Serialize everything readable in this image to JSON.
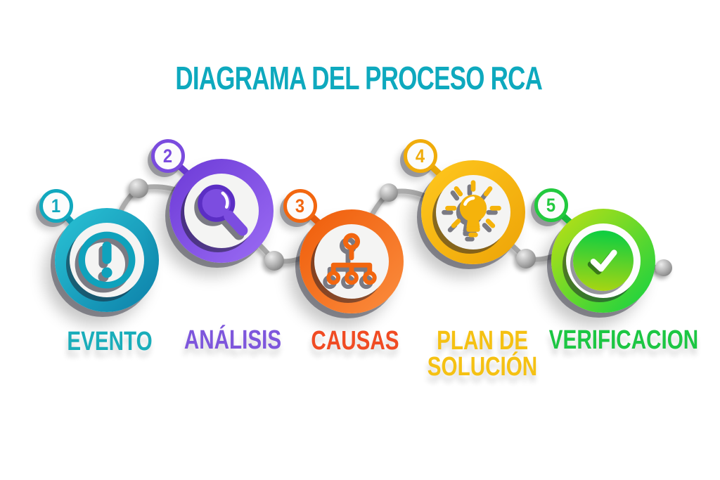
{
  "title": "DIAGRAMA DEL PROCESO RCA",
  "title_color": "#0EA9BE",
  "steps": [
    {
      "number": "1",
      "label": "EVENTO",
      "icon": "exclamation-circle-icon",
      "ring_from": "#2AC4D6",
      "ring_to": "#0C7FA8",
      "accent": "#12A8BE",
      "icon_color": "#0FA2BC",
      "label_color": "#1AADBA"
    },
    {
      "number": "2",
      "label": "ANÁLISIS",
      "icon": "magnifier-icon",
      "ring_from": "#6C3AD6",
      "ring_to": "#9B6CF4",
      "accent": "#7A4BDE",
      "icon_color": "#7C4DE0",
      "label_color": "#7E57DC"
    },
    {
      "number": "3",
      "label": "CAUSAS",
      "icon": "hierarchy-icon",
      "ring_from": "#EF5C09",
      "ring_to": "#FB8D3F",
      "accent": "#F2660F",
      "icon_color": "#F2660F",
      "label_color": "#F04B23"
    },
    {
      "number": "4",
      "label": "PLAN DE",
      "label2": "SOLUCIÓN",
      "icon": "lightbulb-icon",
      "ring_from": "#FFC81E",
      "ring_to": "#EDA307",
      "accent": "#F0AC0B",
      "icon_color": "#F5B30B",
      "label_color": "#F5C113"
    },
    {
      "number": "5",
      "label": "VERIFICACION",
      "icon": "checkmark-icon",
      "ring_from": "#C2E013",
      "ring_to": "#0FD143",
      "accent": "#22C93E",
      "core_from": "#12CE40",
      "core_to": "#A6D513",
      "icon_color": "#FFFFFF",
      "label_color": "#1CC643"
    }
  ],
  "connector_color": "#ABABAB"
}
